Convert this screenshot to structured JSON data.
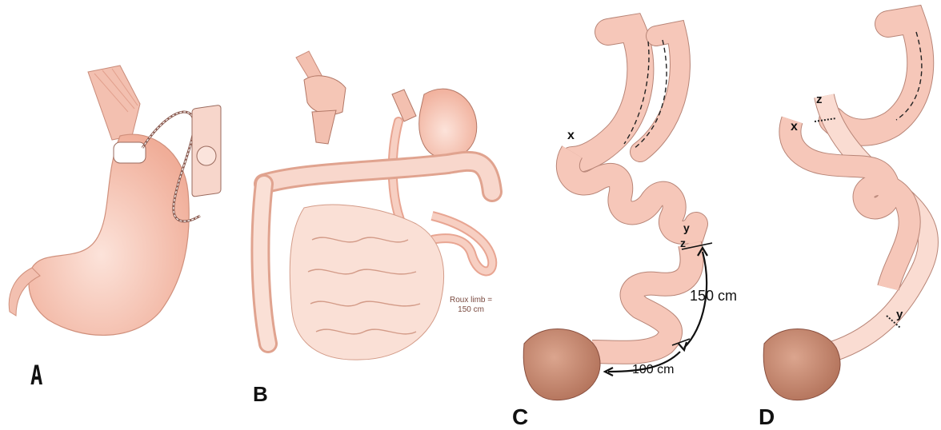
{
  "panels": {
    "a": {
      "label": "A"
    },
    "b": {
      "label": "B",
      "roux_limb_line1": "Roux limb =",
      "roux_limb_line2": "150 cm"
    },
    "c": {
      "label": "C",
      "point_x": "x",
      "point_y": "y",
      "point_z": "z",
      "measure_150": "150 cm",
      "measure_100": "100 cm"
    },
    "d": {
      "label": "D",
      "point_x": "x",
      "point_y": "y",
      "point_z": "z"
    }
  },
  "colors": {
    "tissue": "#f6c7b9",
    "tissue_light": "#fadcd2",
    "outline": "#8a5a4f",
    "colon": "#c98a70",
    "staple": "#222222"
  }
}
